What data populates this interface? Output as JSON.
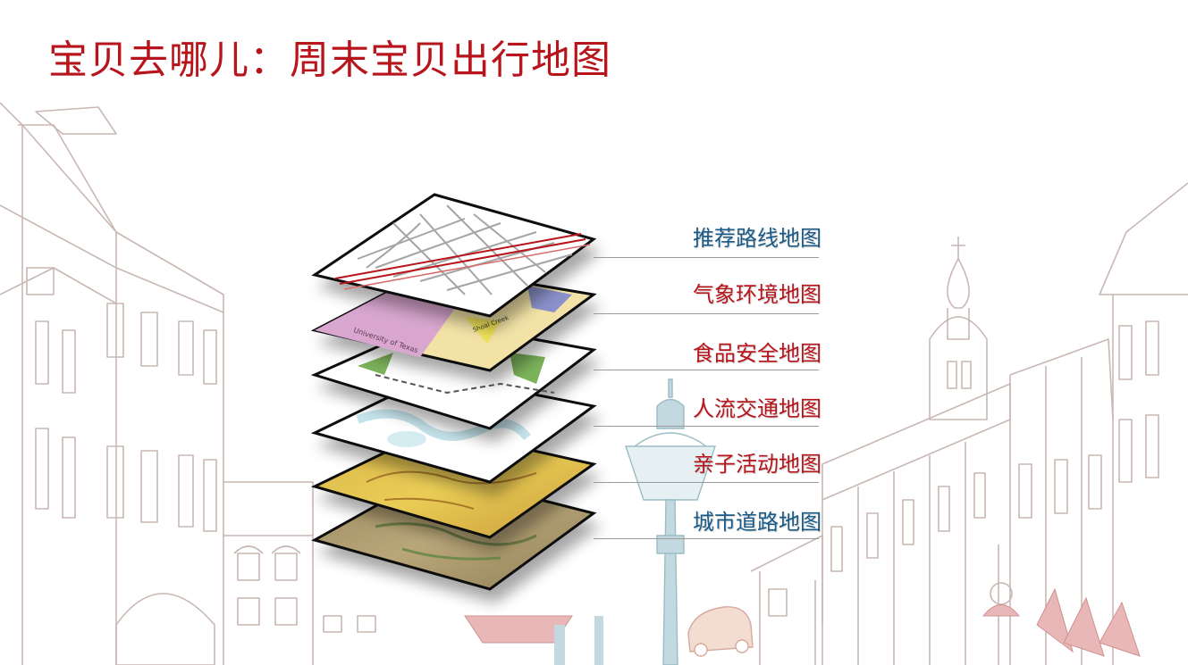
{
  "slide": {
    "title": "宝贝去哪儿：周末宝贝出行地图",
    "layers": [
      {
        "label": "推荐路线地图",
        "color": "#1a5a86"
      },
      {
        "label": "气象环境地图",
        "color": "#b8141b"
      },
      {
        "label": "食品安全地图",
        "color": "#b8141b"
      },
      {
        "label": "人流交通地图",
        "color": "#b8141b"
      },
      {
        "label": "亲子活动地图",
        "color": "#b8141b"
      },
      {
        "label": "城市道路地图",
        "color": "#1a5a86"
      }
    ]
  },
  "map_texts": {
    "layer2_label_a": "University of Texas",
    "layer2_label_b": "Shoal Creek"
  }
}
